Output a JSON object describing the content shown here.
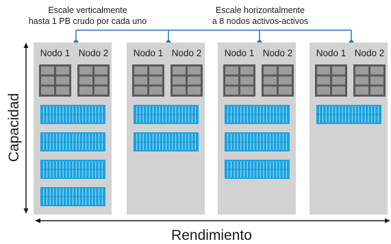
{
  "annotations": {
    "vertical_line1": "Escale verticalmente",
    "vertical_line2": "hasta 1 PB crudo por cada uno",
    "horizontal_line1": "Escale horizontalmente",
    "horizontal_line2": "a 8 nodos activos-activos"
  },
  "axes": {
    "y_label": "Capacidad",
    "x_label": "Rendimiento"
  },
  "node_label_1": "Nodo 1",
  "node_label_2": "Nodo 2",
  "clusters": [
    {
      "nodes": [
        "Nodo 1",
        "Nodo 2"
      ],
      "storage_shelves": 4
    },
    {
      "nodes": [
        "Nodo 1",
        "Nodo 2"
      ],
      "storage_shelves": 2
    },
    {
      "nodes": [
        "Nodo 1",
        "Nodo 2"
      ],
      "storage_shelves": 3
    },
    {
      "nodes": [
        "Nodo 1",
        "Nodo 2"
      ],
      "storage_shelves": 1
    }
  ],
  "colors": {
    "panel": "#d2d2d2",
    "node_box": "#5a5a5a",
    "node_cell": "#9c9c9c",
    "shelf": "#1aa3e0",
    "shelf_stripe": "#ffffff",
    "connector": "#1b78b8",
    "text": "#1a1a1a"
  }
}
